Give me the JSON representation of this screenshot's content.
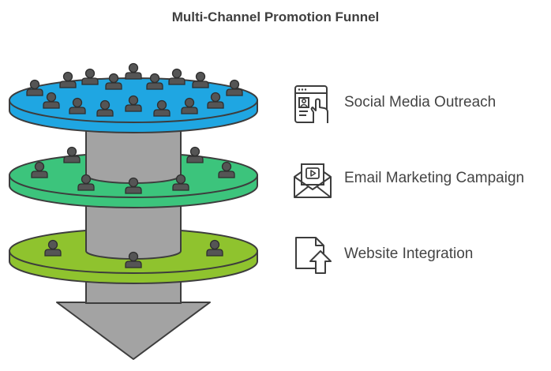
{
  "title": "Multi-Channel Promotion Funnel",
  "colors": {
    "tier_1": "#1fa6e2",
    "tier_2": "#3cc47c",
    "tier_3": "#8fc32e",
    "column": "#a3a3a3",
    "outline": "#3d3d3d",
    "person": "#555555"
  },
  "tiers": [
    {
      "label": "Social Media Outreach",
      "icon": "social-media-hand-icon"
    },
    {
      "label": "Email Marketing Campaign",
      "icon": "email-video-icon"
    },
    {
      "label": "Website Integration",
      "icon": "document-upload-icon"
    }
  ]
}
